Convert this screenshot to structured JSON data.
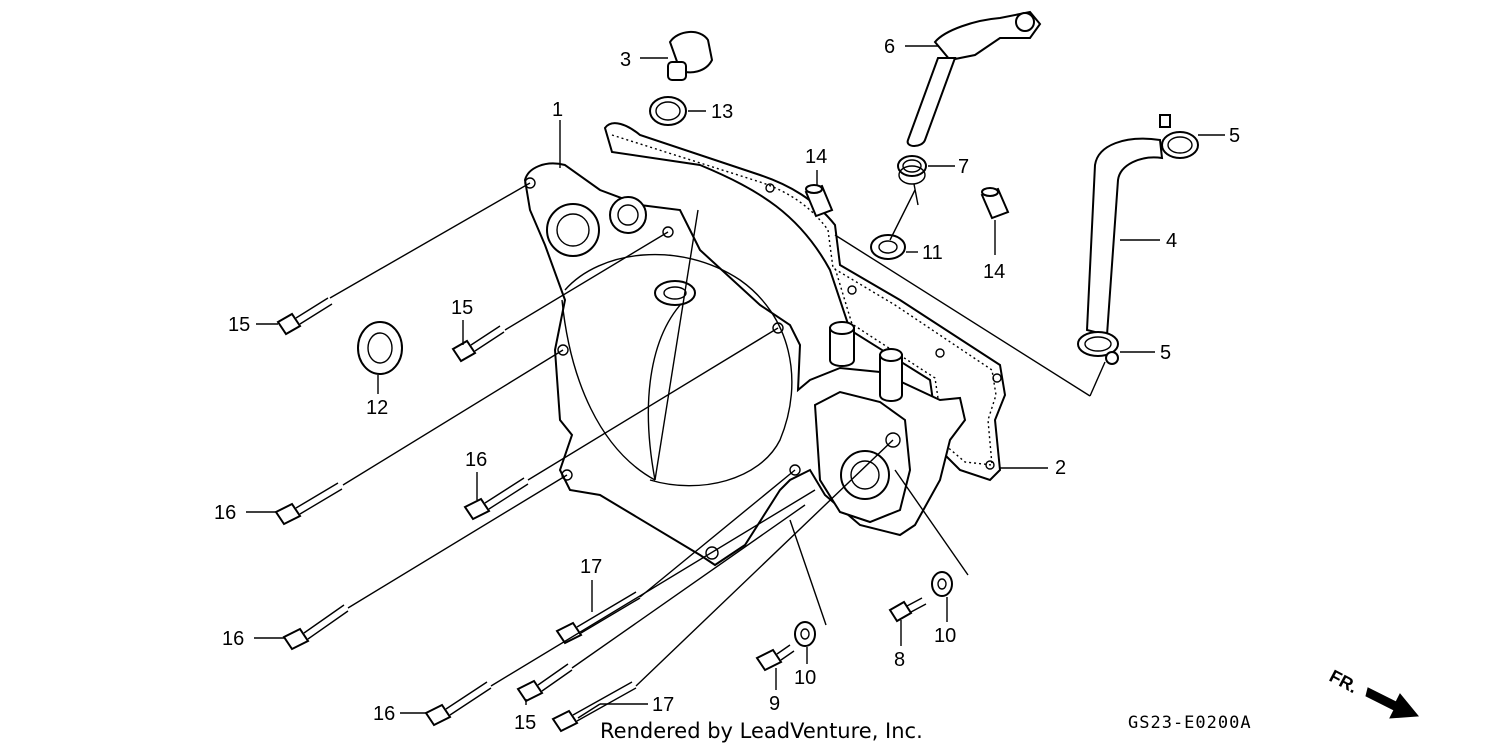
{
  "callouts": {
    "c1": "1",
    "c2": "2",
    "c3": "3",
    "c4": "4",
    "c5a": "5",
    "c5b": "5",
    "c6": "6",
    "c7": "7",
    "c8": "8",
    "c9": "9",
    "c10a": "10",
    "c10b": "10",
    "c11": "11",
    "c12": "12",
    "c13": "13",
    "c14a": "14",
    "c14b": "14",
    "c15a": "15",
    "c15b": "15",
    "c15c": "15",
    "c16a": "16",
    "c16b": "16",
    "c16c": "16",
    "c16d": "16",
    "c17a": "17",
    "c17b": "17"
  },
  "footer": {
    "credit": "Rendered by LeadVenture, Inc.",
    "code": "GS23-E0200A"
  },
  "direction": {
    "label": "FR."
  }
}
